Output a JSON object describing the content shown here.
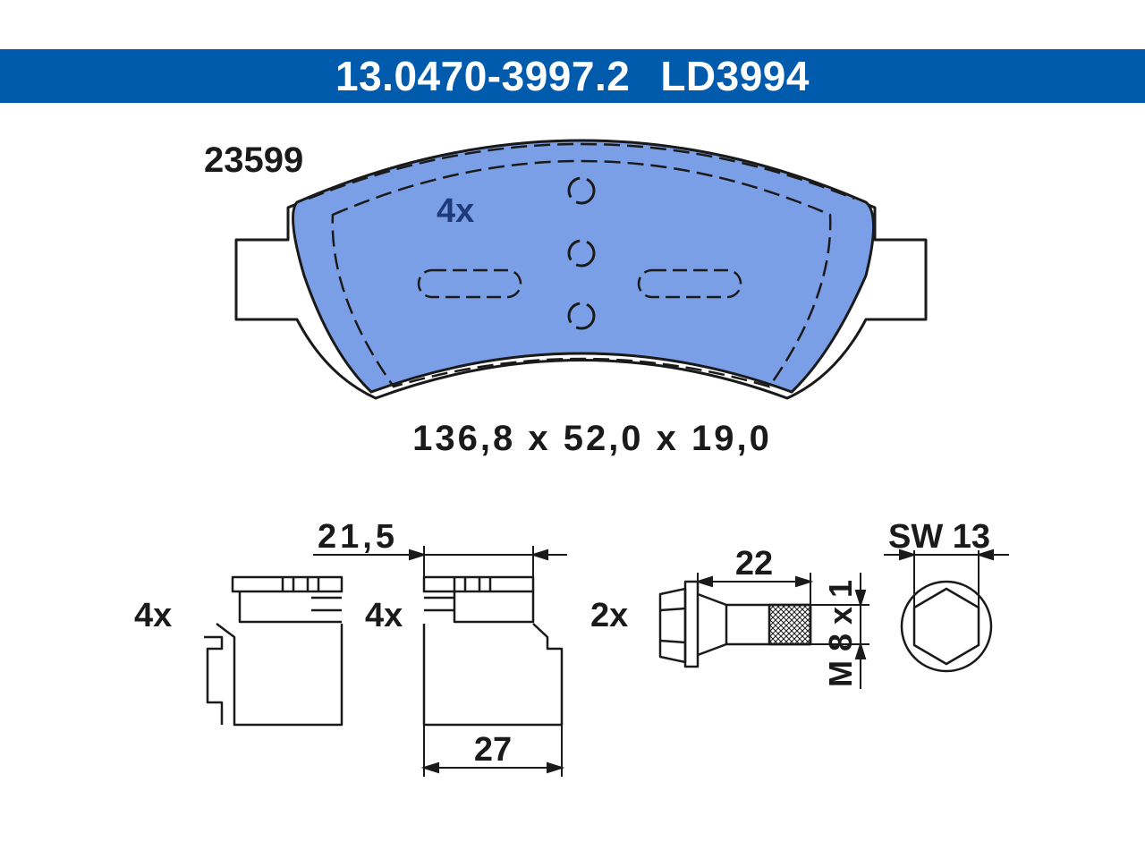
{
  "header": {
    "part_number": "13.0470-3997.2",
    "ld_number": "LD3994"
  },
  "pad": {
    "wva_number": "23599",
    "quantity": "4x",
    "dimensions": "136,8 x 52,0 x 19,0"
  },
  "accessories": {
    "clip_a": {
      "quantity": "4x"
    },
    "clip_b": {
      "quantity": "4x",
      "dim_top": "21,5",
      "dim_bottom": "27"
    },
    "bolt": {
      "quantity": "2x",
      "length": "22",
      "thread": "M 8 x 1",
      "wrench_size": "SW 13"
    }
  },
  "colors": {
    "banner": "#005bac",
    "pad_fill": "#7b9fe6",
    "line": "#1a1a1a"
  }
}
